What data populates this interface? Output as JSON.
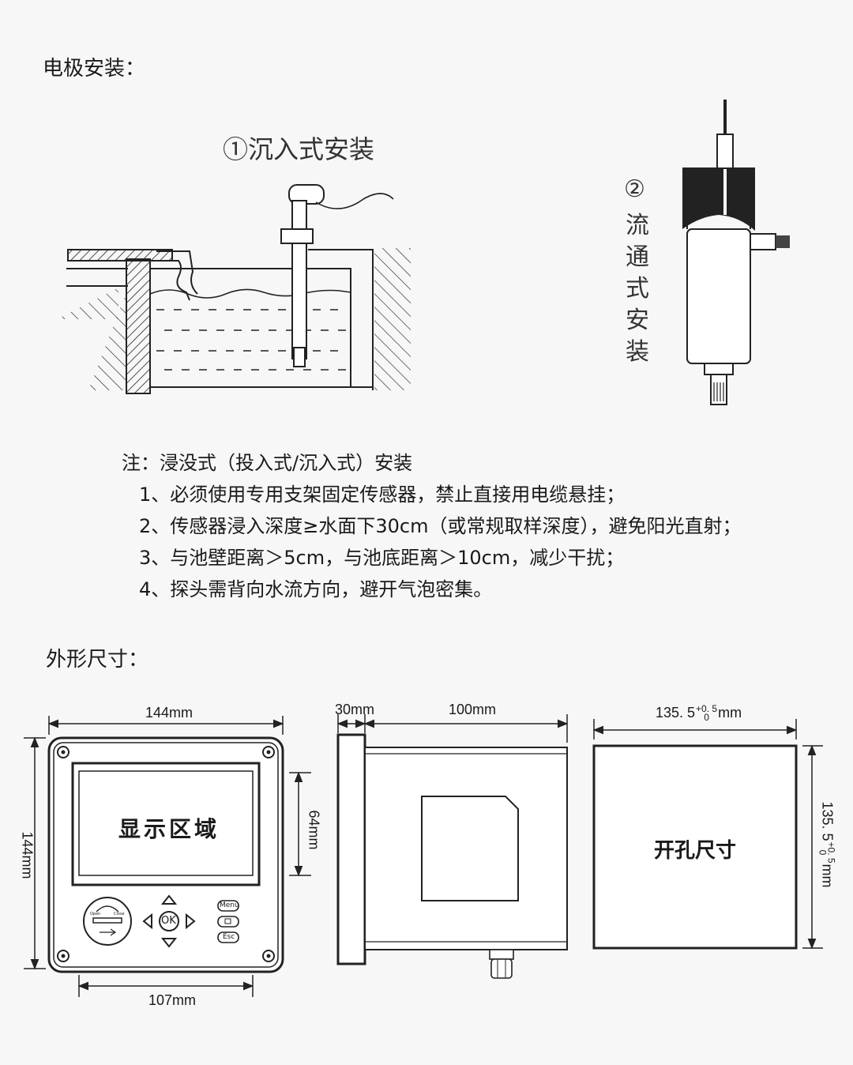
{
  "headings": {
    "install": "电极安装：",
    "dimensions": "外形尺寸："
  },
  "install": {
    "immersion_label": "①沉入式安装",
    "flow_num": "②",
    "flow_chars": [
      "流",
      "通",
      "式",
      "安",
      "装"
    ]
  },
  "notes": {
    "title": "注：浸没式（投入式/沉入式）安装",
    "items": [
      "1、必须使用专用支架固定传感器，禁止直接用电缆悬挂；",
      "2、传感器浸入深度≥水面下30cm（或常规取样深度），避免阳光直射；",
      "3、与池壁距离＞5cm，与池底距离＞10cm，减少干扰；",
      "4、探头需背向水流方向，避开气泡密集。"
    ]
  },
  "front": {
    "width": "144mm",
    "height": "144mm",
    "display_height": "64mm",
    "bottom_width": "107mm",
    "display_label": "显示区域",
    "ok": "OK",
    "menu": "Menu",
    "esc": "Esc",
    "open": "Open",
    "close": "Close"
  },
  "side": {
    "depth_front": "30mm",
    "depth_body": "100mm"
  },
  "cutout": {
    "width": "135. 5",
    "height": "135. 5",
    "tol_upper": "+0. 5",
    "tol_lower": "0",
    "unit": "mm",
    "label": "开孔尺寸"
  }
}
